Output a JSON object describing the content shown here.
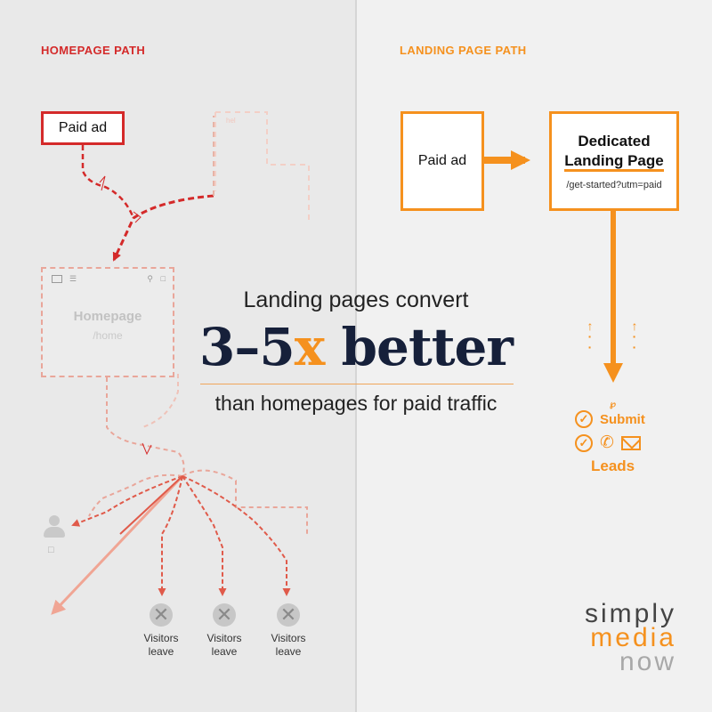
{
  "left": {
    "title": "HOMEPAGE PATH",
    "paid_ad": "Paid ad",
    "homepage": {
      "title": "Homepage",
      "url": "/home"
    },
    "ghost_label": "hel",
    "visitors": [
      {
        "label": "Visitors leave"
      },
      {
        "label": "Visitors leave"
      },
      {
        "label": "Visitors leave"
      }
    ]
  },
  "right": {
    "title": "LANDING PAGE PATH",
    "paid_ad": "Paid ad",
    "landing": {
      "title_line1": "Dedicated",
      "title_line2": "Landing Page",
      "url": "/get-started?utm=paid"
    },
    "submit": "Submit",
    "leads": "Leads"
  },
  "headline": {
    "line1": "Landing pages convert",
    "big_prefix": "3–5",
    "big_accent": "x",
    "big_suffix": " better",
    "line3": "than homepages for paid traffic"
  },
  "brand": {
    "line1": "simply",
    "line2": "media",
    "line3": "now"
  },
  "colors": {
    "red": "#d42a2a",
    "orange": "#f5911e",
    "navy": "#16203a",
    "faded_red": "#e9a69a"
  },
  "icons": [
    "user-icon",
    "bookmark-icon",
    "x-icon",
    "check-icon",
    "phone-icon",
    "mail-icon",
    "pencil-icon",
    "search-icon",
    "menu-icon"
  ]
}
